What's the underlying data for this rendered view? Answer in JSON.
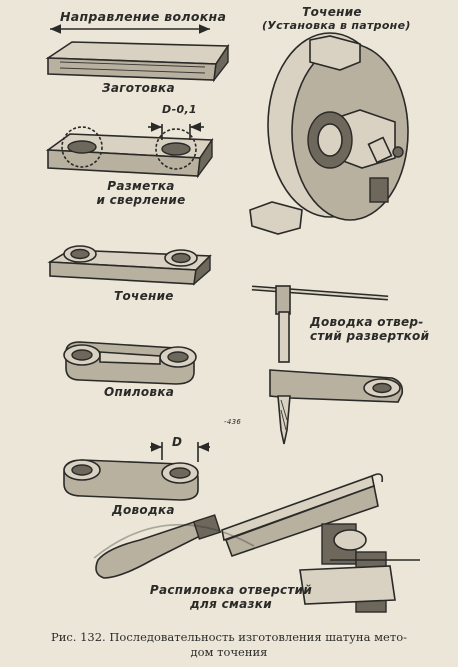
{
  "labels": {
    "grain_direction": "Направление волокна",
    "turning_title_1": "Точение",
    "turning_title_2": "(Установка в патроне)",
    "blank": "Заготовка",
    "marking_1": "Разметка",
    "marking_2": "и сверление",
    "dim_d01": "D-0,1",
    "turning": "Точение",
    "reaming_1": "Доводка отвер-",
    "reaming_2": "стий разверткой",
    "filing": "Опиловка",
    "dim_d": "D",
    "finishing": "Доводка",
    "sawing_1": "Распиловка отверстий",
    "sawing_2": "для смазки",
    "page_mark": "-436"
  },
  "caption": {
    "line1": "Рис. 132. Последовательность изготовления шатуна мето-",
    "line2": "дом точения"
  }
}
